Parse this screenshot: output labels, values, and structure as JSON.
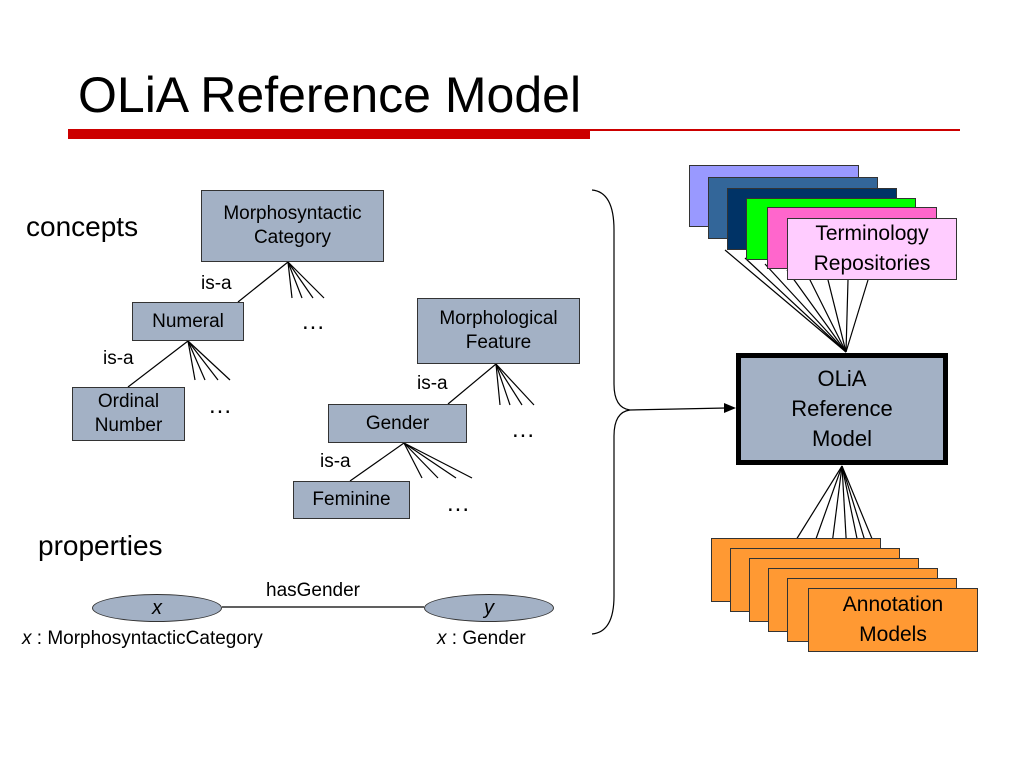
{
  "title": "OLiA Reference Model",
  "sections": {
    "concepts": "concepts",
    "properties": "properties"
  },
  "nodes": {
    "morphosyntactic_category": "Morphosyntactic\nCategory",
    "numeral": "Numeral",
    "ordinal_number": "Ordinal\nNumber",
    "morphological_feature": "Morphological\nFeature",
    "gender": "Gender",
    "feminine": "Feminine"
  },
  "edges": {
    "isa1": "is-a",
    "isa2": "is-a",
    "isa3": "is-a",
    "isa4": "is-a"
  },
  "ellipses": [
    "...",
    "...",
    "...",
    "..."
  ],
  "property": {
    "name": "hasGender",
    "x_var": "x",
    "y_var": "y",
    "x_type_var": "x",
    "x_type": " : MorphosyntacticCategory",
    "y_type_var": "x",
    "y_type": " : Gender"
  },
  "right": {
    "terminology": "Terminology\nRepositories",
    "olia": "OLiA\nReference\nModel",
    "annotation": "Annotation\nModels"
  },
  "colors": {
    "accent_red": "#cc0000",
    "box_fill": "#a3b1c5",
    "terminology_layers": [
      "#9999ff",
      "#336699",
      "#003366",
      "#00ff00",
      "#ff66cc",
      "#ffccff"
    ],
    "annotation_fill": "#ff9933"
  }
}
